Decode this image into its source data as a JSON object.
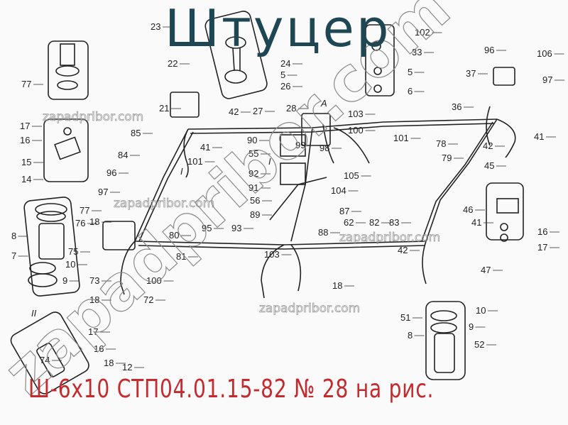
{
  "title": "Штуцер",
  "caption": "Ш-6х10 СТП04.01.15-82 № 28 на рис.",
  "colors": {
    "title": "#1f4753",
    "caption": "#c42a2e",
    "lines": "#222222"
  },
  "watermark": "zapadpribor.com",
  "big_watermark": "zapadpribor.com",
  "view_marks": [
    "A",
    "I",
    "II",
    "I"
  ],
  "callouts": [
    "77",
    "17",
    "16",
    "15",
    "14",
    "21",
    "22",
    "23",
    "24",
    "5",
    "26",
    "102",
    "33",
    "5",
    "6",
    "96",
    "106",
    "37",
    "97",
    "36",
    "41",
    "42",
    "78",
    "79",
    "45",
    "46",
    "41",
    "16",
    "17",
    "47",
    "42",
    "62",
    "82",
    "83",
    "88",
    "87",
    "104",
    "105",
    "92",
    "91",
    "56",
    "89",
    "55",
    "90",
    "99",
    "98",
    "28",
    "103",
    "100",
    "101",
    "27",
    "42",
    "41",
    "101",
    "85",
    "84",
    "96",
    "97",
    "77",
    "76",
    "18",
    "8",
    "75",
    "7",
    "10",
    "9",
    "80",
    "81",
    "95",
    "93",
    "103",
    "18",
    "73",
    "100",
    "18",
    "72",
    "51",
    "10",
    "9",
    "8",
    "52",
    "17",
    "16",
    "18",
    "74",
    "12"
  ]
}
